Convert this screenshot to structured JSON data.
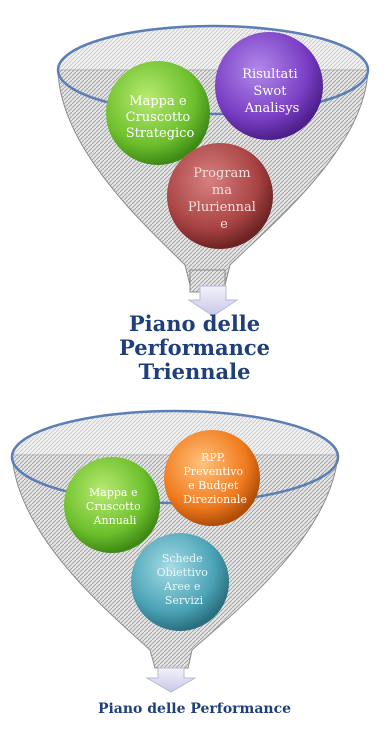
{
  "diagram": {
    "top_funnel": {
      "inputs": [
        {
          "lines": [
            "Mappa e",
            "Cruscotto",
            "Strategico"
          ],
          "color": "#7cc43a"
        },
        {
          "lines": [
            "Risultati",
            "Swot",
            "Analisys"
          ],
          "color": "#7a3ec4"
        },
        {
          "lines": [
            "Program",
            "ma",
            "Pluriennal",
            "e"
          ],
          "color": "#a94343"
        }
      ],
      "output": {
        "lines": [
          "Piano delle",
          "Performance",
          "Triennale"
        ]
      }
    },
    "bottom_funnel": {
      "inputs": [
        {
          "lines": [
            "Mappa e",
            "Cruscotto",
            "Annuali"
          ],
          "color": "#6cc43a"
        },
        {
          "lines": [
            "RPP,",
            "Preventivo",
            "e Budget",
            "Direzionale"
          ],
          "color": "#f07a1e"
        },
        {
          "lines": [
            "Schede",
            "Obiettivo",
            "Aree e",
            "Servizi"
          ],
          "color": "#4aa3b5"
        }
      ],
      "output": {
        "lines": [
          "Piano delle Performance"
        ]
      }
    },
    "colors": {
      "funnel_fill": "#d9d9d9",
      "funnel_rim": "#5b7fb5",
      "arrow": "#d8d8f0",
      "title": "#1f3f7a"
    }
  }
}
